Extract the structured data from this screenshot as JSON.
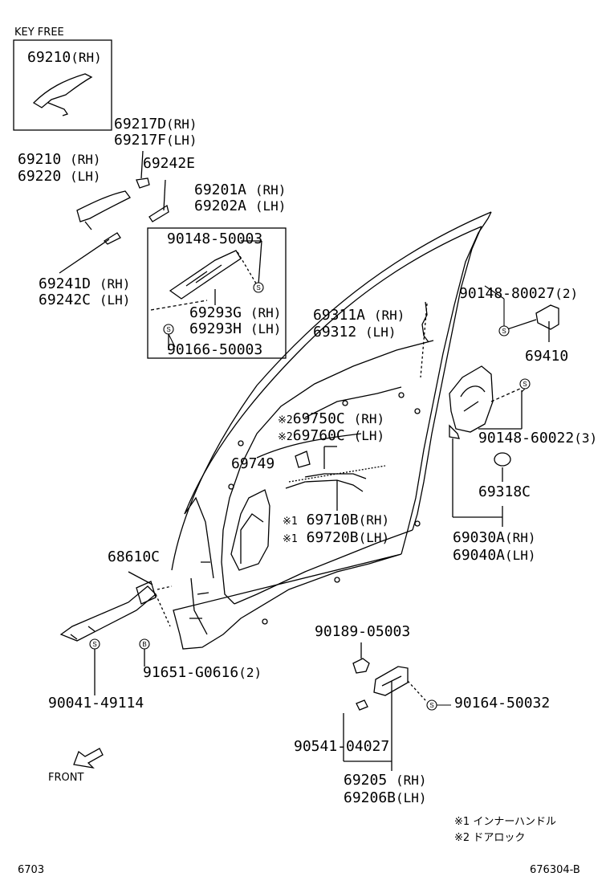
{
  "header": {
    "key_free": "KEY FREE"
  },
  "parts": {
    "p69210_rh_box": "69210",
    "p69217": [
      "69217D",
      "69217F"
    ],
    "p69210_69220": [
      "69210",
      "69220"
    ],
    "p69242e": "69242E",
    "p69201": [
      "69201A",
      "69202A"
    ],
    "bolt_90148_50003": "90148-50003",
    "p69241": [
      "69241D",
      "69242C"
    ],
    "p69293": [
      "69293G",
      "69293H"
    ],
    "bolt_90166_50003": "90166-50003",
    "p69311": [
      "69311A",
      "69312"
    ],
    "bolt_90148_80027": "90148-80027",
    "qty_2": "(2)",
    "p69410": "69410",
    "bolt_90148_60022": "90148-60022",
    "qty_3": "(3)",
    "p69750": [
      "69750C",
      "69760C"
    ],
    "p69749": "69749",
    "p69318c": "69318C",
    "p69710": [
      "69710B",
      "69720B"
    ],
    "p69030": [
      "69030A",
      "69040A"
    ],
    "p68610c": "68610C",
    "bolt_90189_05003": "90189-05003",
    "bolt_91651": "91651-G0616",
    "bolt_90164_50032": "90164-50032",
    "bolt_90041_49114": "90041-49114",
    "bolt_90541_04027": "90541-04027",
    "p69205": [
      "69205",
      "69206B"
    ]
  },
  "suffix": {
    "rh": "(RH)",
    "lh": "(LH)"
  },
  "marks": {
    "m1": "※1",
    "m2": "※2"
  },
  "symbols": {
    "s": "S",
    "b": "B"
  },
  "front_label": "FRONT",
  "legend": [
    {
      "mark": "※1",
      "text": "インナーハンドル"
    },
    {
      "mark": "※2",
      "text": "ドアロック"
    }
  ],
  "footer": {
    "left_code": "6703",
    "right_code": "676304-B"
  }
}
